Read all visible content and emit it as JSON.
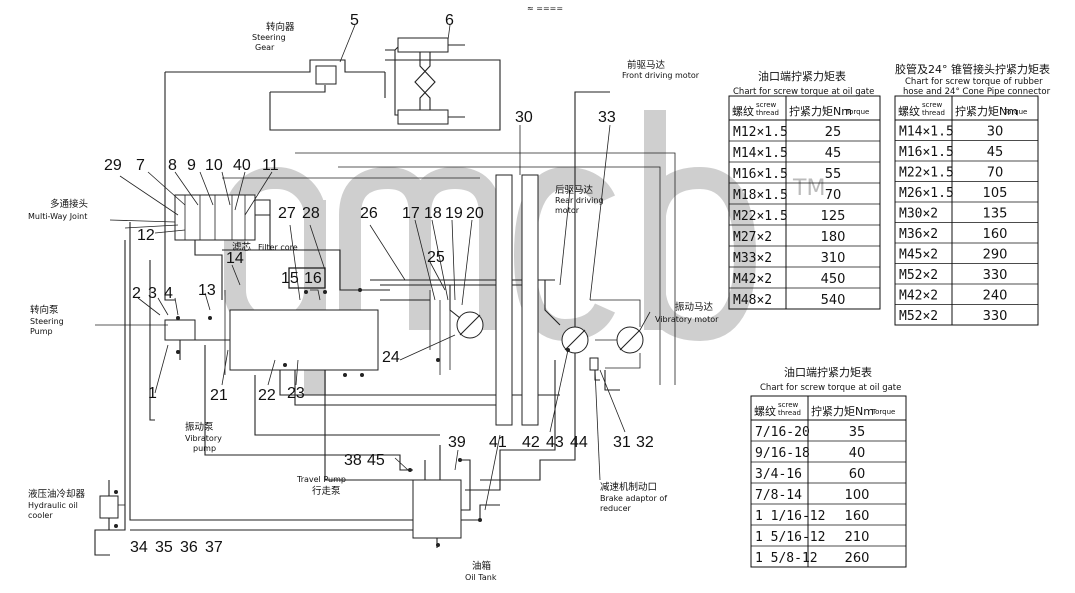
{
  "header_mark": "≈ ====",
  "watermark": "qmcb",
  "watermark_tm": "TM",
  "labels": {
    "steering_gear_cn": "转向器",
    "steering_gear_en1": "Steering",
    "steering_gear_en2": "Gear",
    "front_motor_cn": "前驱马达",
    "front_motor_en": "Front driving motor",
    "rear_motor_cn": "后驱马达",
    "rear_motor_en1": "Rear driving",
    "rear_motor_en2": "motor",
    "multi_way_cn": "多通接头",
    "multi_way_en": "Multi-Way Joint",
    "filter_cn": "滤芯",
    "filter_en": "Filter core",
    "steering_pump_cn": "转向泵",
    "steering_pump_en1": "Steering",
    "steering_pump_en2": "Pump",
    "vibratory_motor_cn": "振动马达",
    "vibratory_motor_en": "Vibratory motor",
    "vibratory_pump_cn": "振动泵",
    "vibratory_pump_en1": "Vibratory",
    "vibratory_pump_en2": "pump",
    "travel_pump_en": "Travel Pump",
    "travel_pump_cn": "行走泵",
    "brake_cn": "减速机制动口",
    "brake_en1": "Brake adaptor of",
    "brake_en2": "reducer",
    "cooler_cn": "液压油冷却器",
    "cooler_en1": "Hydraulic oil",
    "cooler_en2": "cooler",
    "oil_tank_cn": "油箱",
    "oil_tank_en": "Oil Tank"
  },
  "numbers": {
    "n5": "5",
    "n6": "6",
    "n29": "29",
    "n7": "7",
    "n8": "8",
    "n9": "9",
    "n10": "10",
    "n40": "40",
    "n11": "11",
    "n12": "12",
    "n14": "14",
    "n27": "27",
    "n28": "28",
    "n26": "26",
    "n17": "17",
    "n18": "18",
    "n19": "19",
    "n20": "20",
    "n30": "30",
    "n33": "33",
    "n25": "25",
    "n15": "15",
    "n16": "16",
    "n2": "2",
    "n3": "3",
    "n4": "4",
    "n13": "13",
    "n24": "24",
    "n1": "1",
    "n21": "21",
    "n22": "22",
    "n23": "23",
    "n42": "42",
    "n43": "43",
    "n44": "44",
    "n31": "31",
    "n32": "32",
    "n41": "41",
    "n39": "39",
    "n38": "38",
    "n45": "45",
    "n34": "34",
    "n35": "35",
    "n36": "36",
    "n37": "37"
  },
  "table1": {
    "title_cn": "油口端拧紧力矩表",
    "title_en": "Chart for  screw torque at oil gate",
    "head_thread_cn": "螺纹",
    "head_thread_en1": "screw",
    "head_thread_en2": "thread",
    "head_torque_cn": "拧紧力矩Nm",
    "head_torque_en": "Torque",
    "rows": [
      {
        "thread": "M12×1.5",
        "torque": "25"
      },
      {
        "thread": "M14×1.5",
        "torque": "45"
      },
      {
        "thread": "M16×1.5",
        "torque": "55"
      },
      {
        "thread": "M18×1.5",
        "torque": "70"
      },
      {
        "thread": "M22×1.5",
        "torque": "125"
      },
      {
        "thread": "M27×2",
        "torque": "180"
      },
      {
        "thread": "M33×2",
        "torque": "310"
      },
      {
        "thread": "M42×2",
        "torque": "450"
      },
      {
        "thread": "M48×2",
        "torque": "540"
      }
    ]
  },
  "table2": {
    "title_cn": "胶管及24°  锥管接头拧紧力矩表",
    "title_en1": "Chart for  screw torque of rubber",
    "title_en2": "hose and 24° Cone Pipe connector",
    "head_thread_cn": "螺纹",
    "head_thread_en1": "screw",
    "head_thread_en2": "thread",
    "head_torque_cn": "拧紧力矩Nm",
    "head_torque_en": "Torque",
    "rows": [
      {
        "thread": "M14×1.5",
        "torque": "30"
      },
      {
        "thread": "M16×1.5",
        "torque": "45"
      },
      {
        "thread": "M22×1.5",
        "torque": "70"
      },
      {
        "thread": "M26×1.5",
        "torque": "105"
      },
      {
        "thread": "M30×2",
        "torque": "135"
      },
      {
        "thread": "M36×2",
        "torque": "160"
      },
      {
        "thread": "M45×2",
        "torque": "290"
      },
      {
        "thread": "M52×2",
        "torque": "330"
      },
      {
        "thread": "M42×2",
        "torque": "240"
      },
      {
        "thread": "M52×2",
        "torque": "330"
      }
    ]
  },
  "table3": {
    "title_cn": "油口端拧紧力矩表",
    "title_en": "Chart for  screw torque at oil gate",
    "head_thread_cn": "螺纹",
    "head_thread_en1": "screw",
    "head_thread_en2": "thread",
    "head_torque_cn": "拧紧力矩Nm",
    "head_torque_en": "Torque",
    "rows": [
      {
        "thread": "7/16-20",
        "torque": "35"
      },
      {
        "thread": "9/16-18",
        "torque": "40"
      },
      {
        "thread": "3/4-16",
        "torque": "60"
      },
      {
        "thread": "7/8-14",
        "torque": "100"
      },
      {
        "thread": "1 1/16-12",
        "torque": "160"
      },
      {
        "thread": "1 5/16-12",
        "torque": "210"
      },
      {
        "thread": "1 5/8-12",
        "torque": "260"
      }
    ]
  }
}
